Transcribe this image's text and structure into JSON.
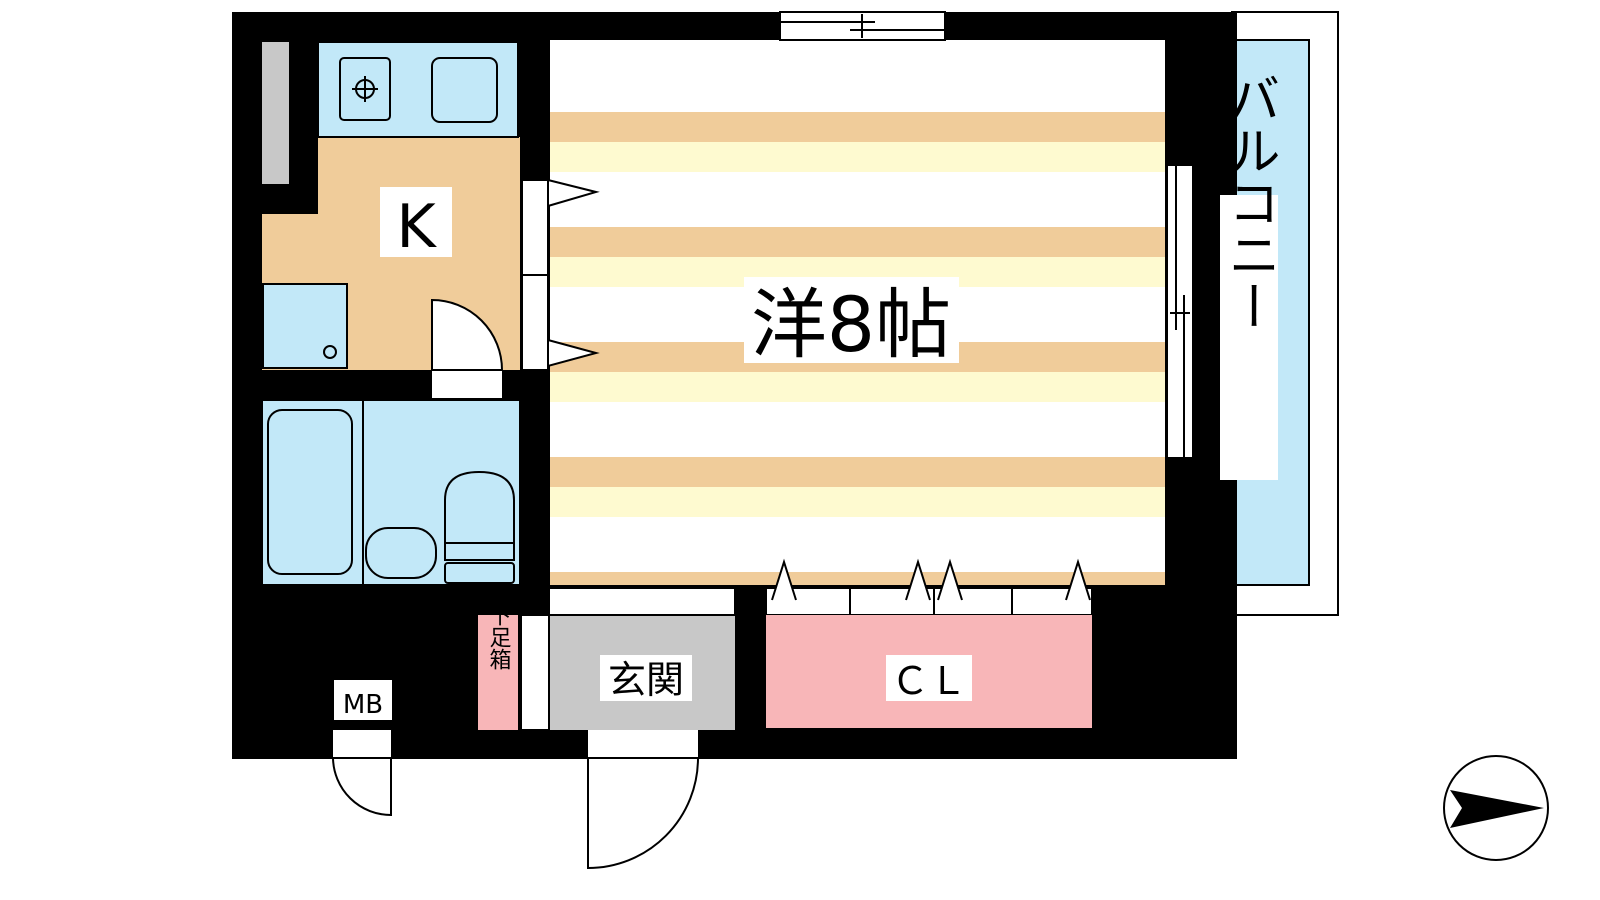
{
  "floor_plan": {
    "rooms": {
      "western_room": {
        "label": "洋8帖"
      },
      "kitchen": {
        "label": "K"
      },
      "balcony": {
        "label": "バルコニー"
      },
      "entrance": {
        "label": "玄関"
      },
      "closet": {
        "label": "ＣＬ"
      },
      "shoe_box": {
        "label": "下足箱"
      },
      "meter_box": {
        "label": "MB"
      }
    },
    "fixtures": [
      "gas-stove-icon",
      "sink-icon",
      "washing-machine-pan-icon",
      "bathtub-icon",
      "washbasin-icon",
      "toilet-icon"
    ],
    "compass": {
      "direction": "east",
      "icon": "north-arrow-icon"
    },
    "colors": {
      "wall": "#000000",
      "floor_stripe": "#f0cc9a",
      "floor_light": "#fefad0",
      "kitchen_floor": "#f0cc9a",
      "wet_area": "#c2e8f8",
      "closet": "#f8b6b8",
      "shoe_box": "#f8b6b8",
      "entrance": "#c8c8c8",
      "storage_gray": "#c8c8c8"
    }
  }
}
